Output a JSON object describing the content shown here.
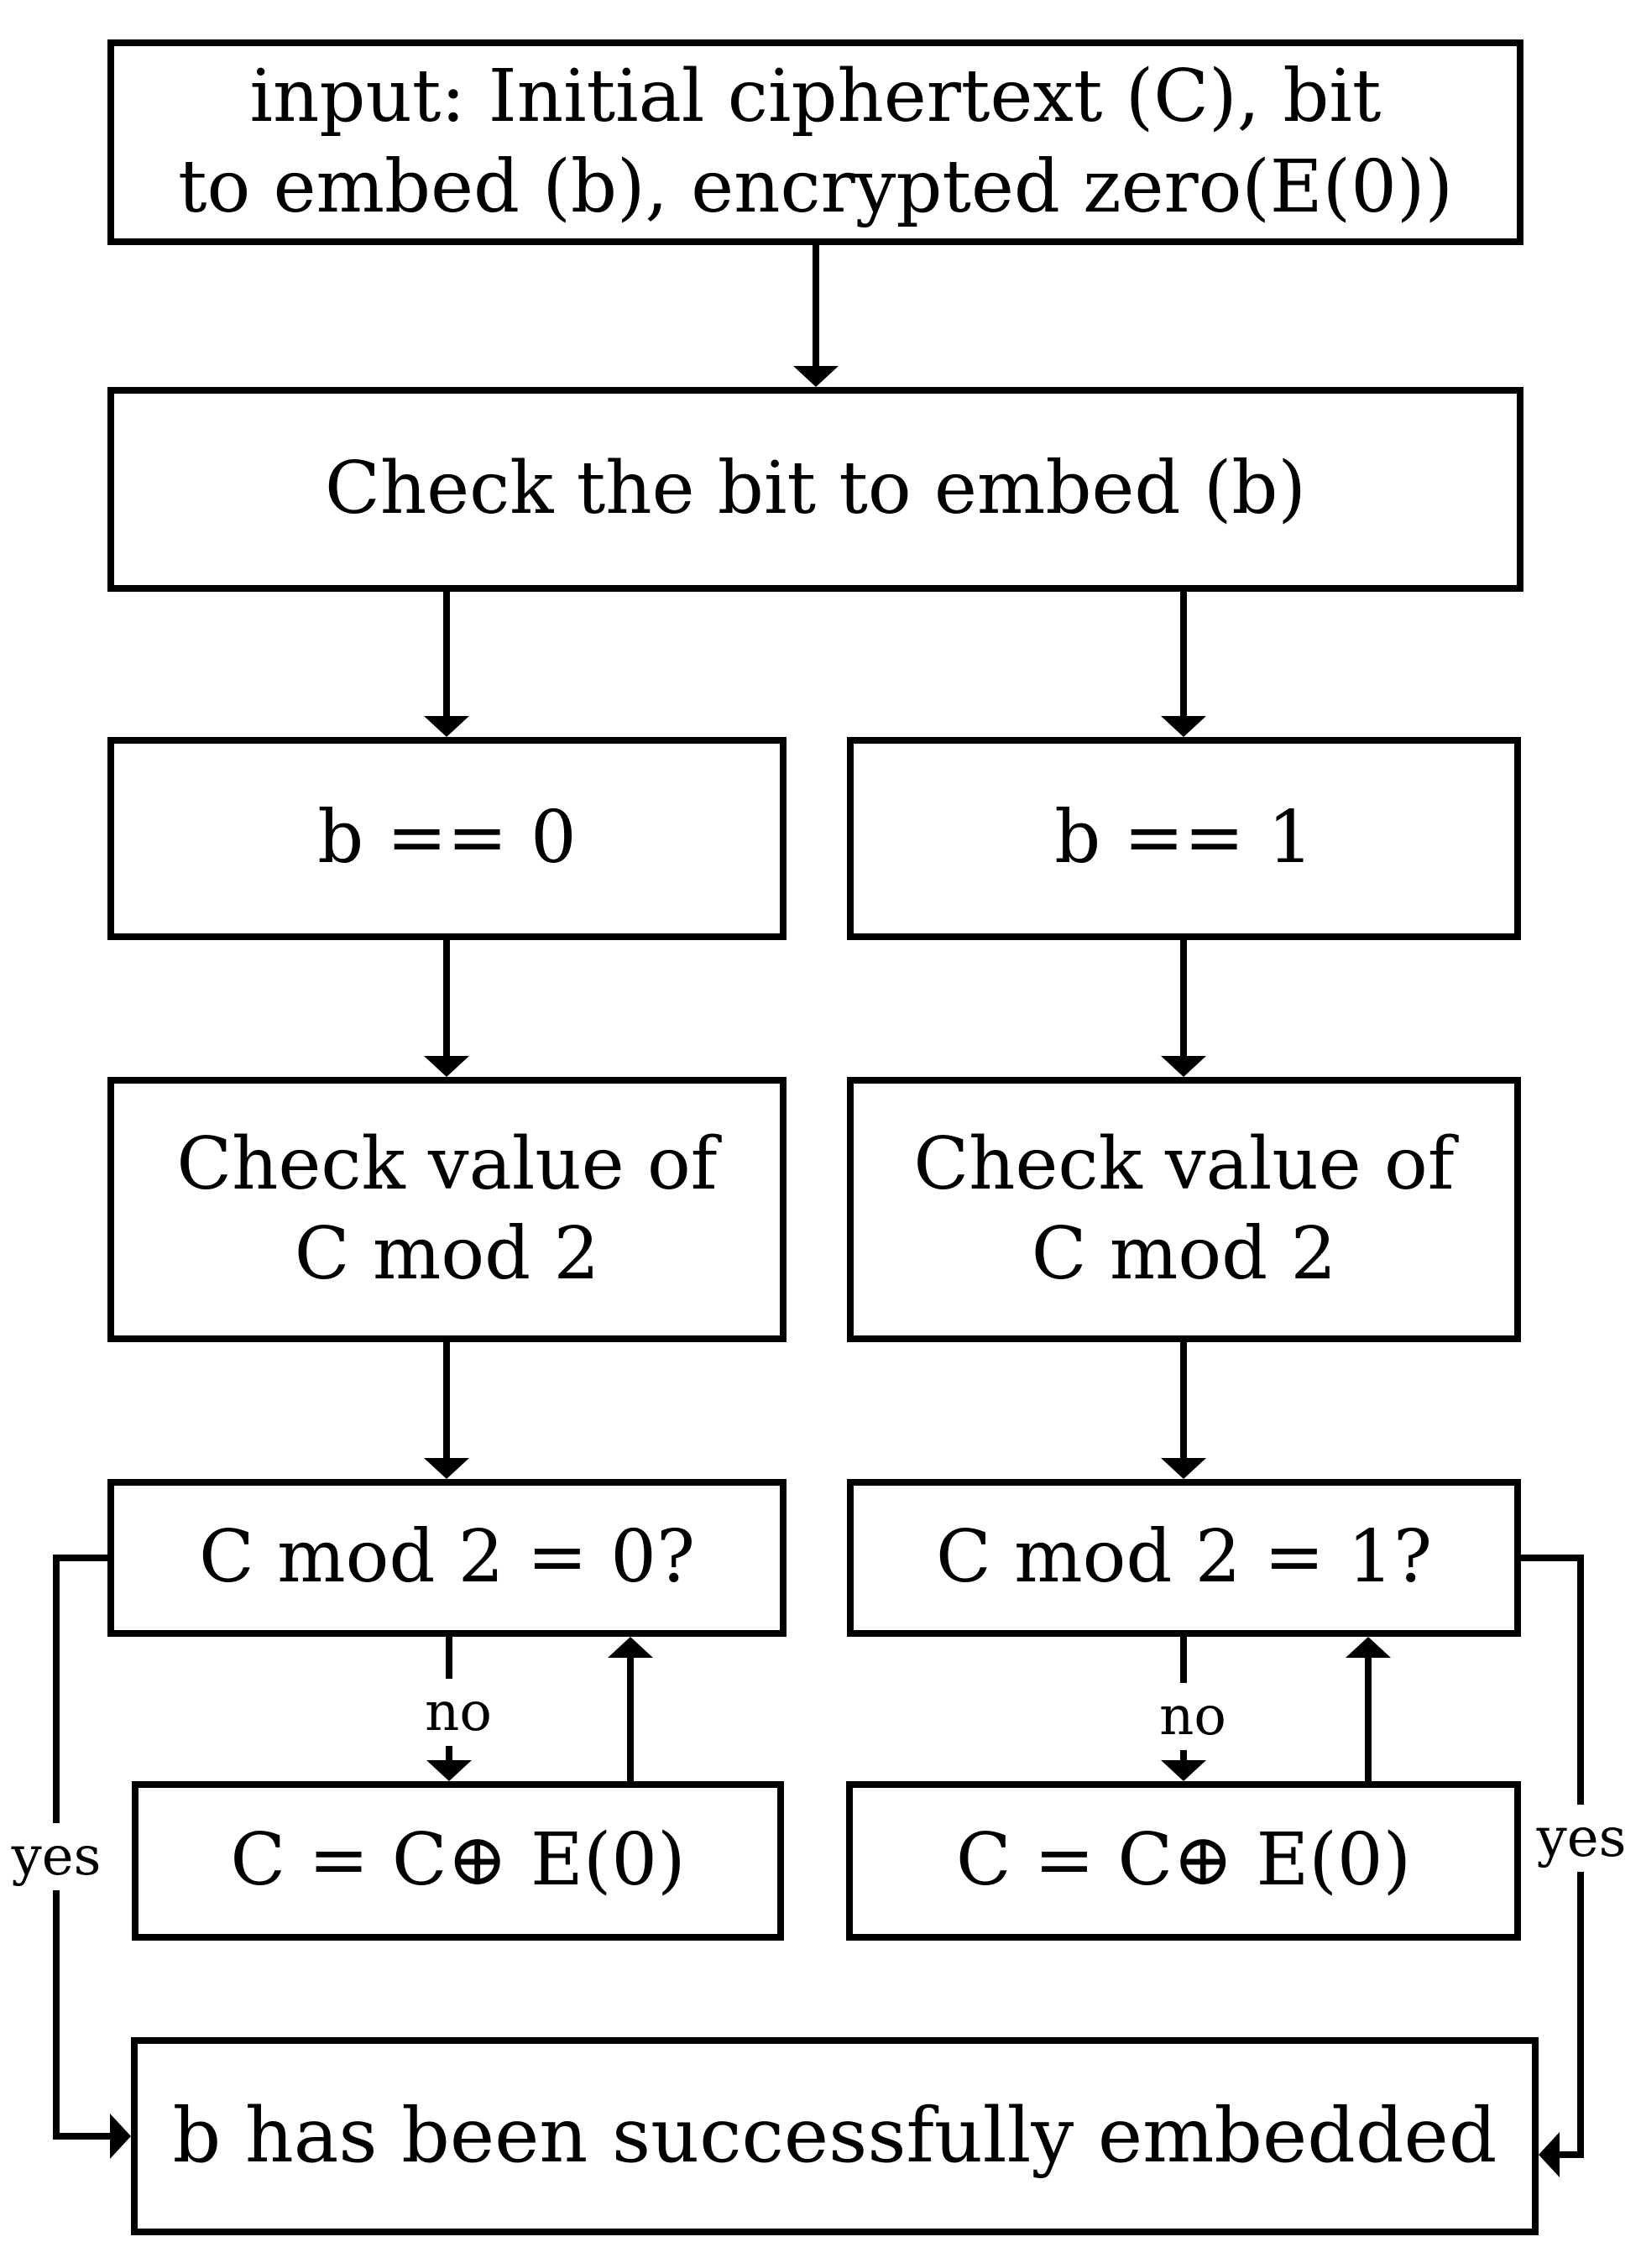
{
  "page": {
    "background_color": "#ffffff",
    "ink_color": "#000000"
  },
  "flowchart": {
    "nodes": {
      "input": {
        "line1": "input: Initial ciphertext (C), bit",
        "line2": "to embed (b), encrypted zero(E(0))"
      },
      "check_bit": {
        "label": "Check the bit to embed (b)"
      },
      "b_equals_0": {
        "label": "b == 0"
      },
      "b_equals_1": {
        "label": "b == 1"
      },
      "check_value_left": {
        "line1": "Check value of",
        "line2": "C mod 2"
      },
      "check_value_right": {
        "line1": "Check value of",
        "line2": "C mod 2"
      },
      "question_left": {
        "label": "C mod 2 = 0?"
      },
      "question_right": {
        "label": "C mod 2 = 1?"
      },
      "xor_left": {
        "label": "C = C⊕ E(0)"
      },
      "xor_right": {
        "label": "C = C⊕ E(0)"
      },
      "final": {
        "label": "b has been successfully embedded"
      }
    },
    "edge_labels": {
      "no_left": "no",
      "no_right": "no",
      "yes_left": "yes",
      "yes_right": "yes"
    }
  }
}
